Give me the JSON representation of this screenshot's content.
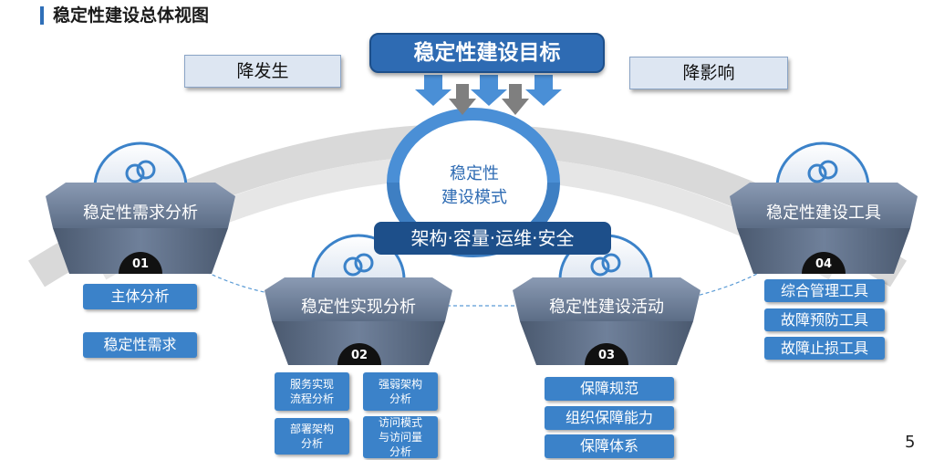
{
  "page_title": "稳定性建设总体视图",
  "page_number": "5",
  "goal": "稳定性建设目标",
  "left_tag": "降发生",
  "right_tag": "降影响",
  "core": {
    "line1": "稳定性",
    "line2": "建设模式"
  },
  "core_band": "架构·容量·运维·安全",
  "modules": [
    {
      "label": "稳定性需求分析",
      "number": "01",
      "items": [
        "主体分析",
        "稳定性需求"
      ]
    },
    {
      "label": "稳定性实现分析",
      "number": "02",
      "items": [
        {
          "line1": "服务实现",
          "line2": "流程分析"
        },
        {
          "line1": "强弱架构",
          "line2": "分析"
        },
        {
          "line1": "部署架构",
          "line2": "分析"
        },
        {
          "line1": "访问模式",
          "line2": "与访问量",
          "line3": "分析"
        }
      ]
    },
    {
      "label": "稳定性建设活动",
      "number": "03",
      "items": [
        "保障规范",
        "组织保障能力",
        "保障体系"
      ]
    },
    {
      "label": "稳定性建设工具",
      "number": "04",
      "items": [
        "综合管理工具",
        "故障预防工具",
        "故障止损工具"
      ]
    }
  ],
  "colors": {
    "primary": "#2e6bb3",
    "dark": "#1d4f8a",
    "pill": "#3b82c9",
    "slate": "#5c6d86",
    "arc": "#d9d9d9"
  },
  "icons": [
    "link-icon",
    "down-arrow-icon"
  ]
}
